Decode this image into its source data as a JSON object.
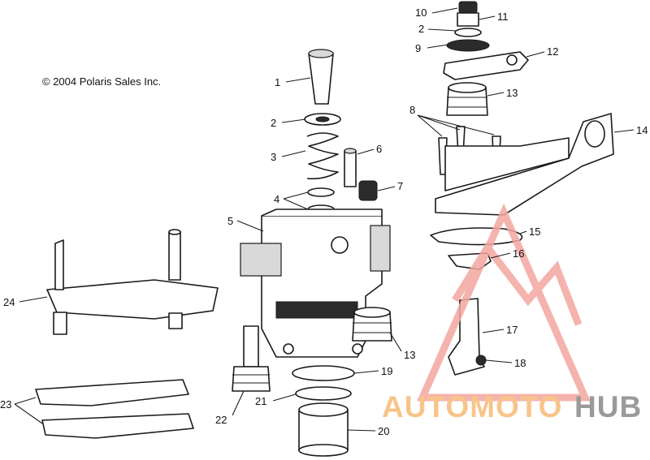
{
  "copyright": "© 2004 Polaris Sales Inc.",
  "callouts": [
    {
      "id": "c1",
      "label": "1"
    },
    {
      "id": "c2a",
      "label": "2"
    },
    {
      "id": "c2b",
      "label": "2"
    },
    {
      "id": "c3",
      "label": "3"
    },
    {
      "id": "c4",
      "label": "4"
    },
    {
      "id": "c5",
      "label": "5"
    },
    {
      "id": "c6",
      "label": "6"
    },
    {
      "id": "c7",
      "label": "7"
    },
    {
      "id": "c8",
      "label": "8"
    },
    {
      "id": "c9",
      "label": "9"
    },
    {
      "id": "c10",
      "label": "10"
    },
    {
      "id": "c11",
      "label": "11"
    },
    {
      "id": "c12",
      "label": "12"
    },
    {
      "id": "c13a",
      "label": "13"
    },
    {
      "id": "c13b",
      "label": "13"
    },
    {
      "id": "c14",
      "label": "14"
    },
    {
      "id": "c15",
      "label": "15"
    },
    {
      "id": "c16",
      "label": "16"
    },
    {
      "id": "c17",
      "label": "17"
    },
    {
      "id": "c18",
      "label": "18"
    },
    {
      "id": "c19",
      "label": "19"
    },
    {
      "id": "c20",
      "label": "20"
    },
    {
      "id": "c21",
      "label": "21"
    },
    {
      "id": "c22",
      "label": "22"
    },
    {
      "id": "c23",
      "label": "23"
    },
    {
      "id": "c24",
      "label": "24"
    }
  ],
  "watermark": {
    "part1": "AUTOMOTO",
    "part2": "HUB",
    "color_primary": "#f4a6a0",
    "color_secondary": "#f8c48a",
    "color_hub": "#9a9a9a"
  }
}
